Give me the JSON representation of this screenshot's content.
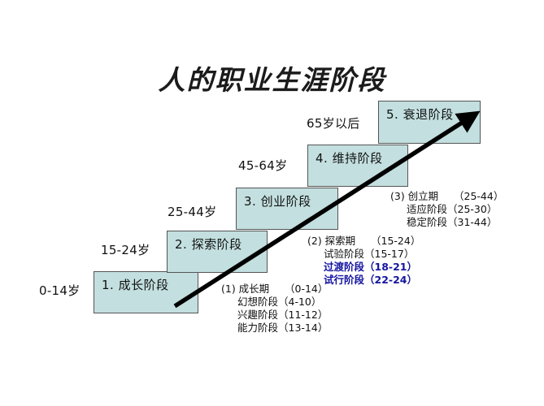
{
  "title": "人的职业生涯阶段",
  "steps": [
    {
      "label": "1. 成长阶段",
      "age": "0-14岁"
    },
    {
      "label": "2. 探索阶段",
      "age": "15-24岁"
    },
    {
      "label": "3. 创业阶段",
      "age": "25-44岁"
    },
    {
      "label": "4. 维持阶段",
      "age": "45-64岁"
    },
    {
      "label": "5. 衰退阶段",
      "age": "65岁以后"
    }
  ],
  "notes": [
    {
      "head_name": "(1) 成长期",
      "head_range": "（0-14）",
      "rows": [
        {
          "name": "幻想阶段",
          "range": "（4-10）",
          "highlight": false
        },
        {
          "name": "兴趣阶段",
          "range": "（11-12）",
          "highlight": false
        },
        {
          "name": "能力阶段",
          "range": "（13-14）",
          "highlight": false
        }
      ]
    },
    {
      "head_name": "(2) 探索期",
      "head_range": "（15-24）",
      "rows": [
        {
          "name": "试验阶段",
          "range": "（15-17）",
          "highlight": false
        },
        {
          "name": "过渡阶段",
          "range": "（18-21）",
          "highlight": true
        },
        {
          "name": "试行阶段",
          "range": "（22-24）",
          "highlight": true
        }
      ]
    },
    {
      "head_name": "(3) 创立期",
      "head_range": "（25-44）",
      "rows": [
        {
          "name": "适应阶段",
          "range": "（25-30）",
          "highlight": false
        },
        {
          "name": "稳定阶段",
          "range": "（31-44）",
          "highlight": false
        }
      ]
    }
  ],
  "arrow": {
    "name": "progression-arrow",
    "color": "#000000",
    "start": "215,377",
    "end": "584,141"
  },
  "colors": {
    "box_fill": "#c3dfdf",
    "box_border": "#555555",
    "text": "#111111",
    "highlight_text": "#1515a0",
    "background": "#ffffff"
  }
}
